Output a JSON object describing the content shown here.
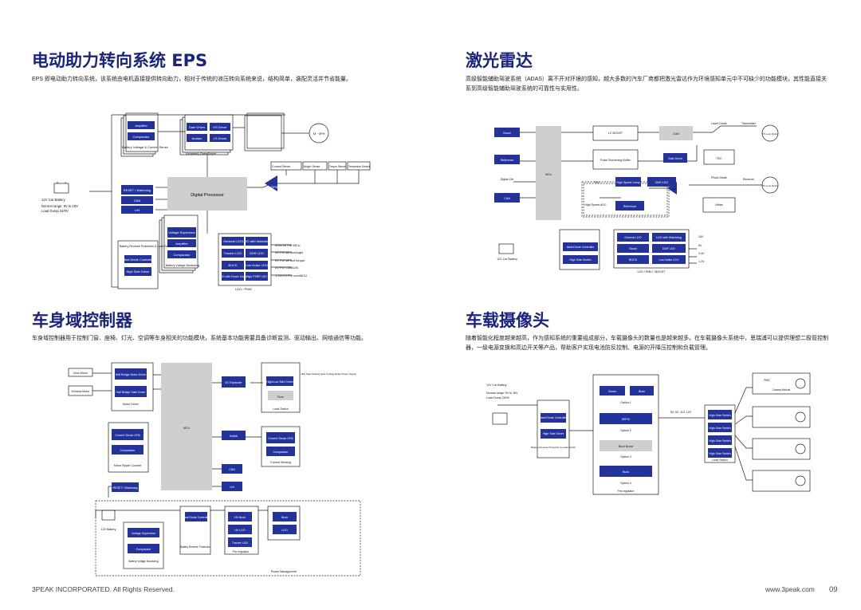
{
  "colors": {
    "blue": "#24339a",
    "gray": "#cfcfcf",
    "line": "#222222",
    "title": "#1a237e"
  },
  "eps": {
    "title": "电动助力转向系统 EPS",
    "desc": "EPS 即电动助力转向系统，该系统由电机直接提供转向助力，相对于传统的液压转向系统来说，结构简单，装配灵活并节省能量。",
    "amplifier": "Amplifier",
    "comparator": "Comparator",
    "batt_sense": "Battery Voltage & Current Sense",
    "gate_driver": "Gate Driver",
    "hs_driver": "HS Driver",
    "isolator": "Isolator",
    "ls_driver": "LS Driver",
    "isolated_gd": "(Isolated) Gate Driver",
    "motor": "M ~3PH",
    "current_sense": "Current Sense",
    "angle_sense": "Angle Sense",
    "torque_sensor": "Torque Sensor",
    "temp_sensor": "Temperture Sensor",
    "opa": "OPA",
    "reset": "RESET / Watchdog",
    "can": "CAN",
    "lin": "LIN",
    "digital_processor": "Digital Processor",
    "car_battery": "12V Car Battery",
    "normal_range": "Normal range: 9V to 16V",
    "load_dump": "Load Dump 24/0V",
    "voltage_supervisor": "Voltage Supervisor",
    "amplifier2": "Amplifier",
    "comparator2": "Comparator",
    "batt_monitor": "Battery Voltage Monitoring",
    "batt_reverse": "Battery Reverse Protection & Load Switch",
    "ideal_diode": "Ideal Diode Controller",
    "high_side": "High Side Driver",
    "general_ldo": "General LDO",
    "ldo_watchdog": "LDO with Watchdog",
    "tracker_ldo": "Tracker LDO",
    "ddr_ldo": "DDR LDO",
    "buck": "BUCK",
    "low_noise_ldo": "Low Noise LDO",
    "ldo_pg": "LDO with Power Good",
    "high_psrr": "High PSRR LDO",
    "ldo_pmic": "LDO / PMIC",
    "out1": "5V/3.3V For MCU",
    "out2": "5V For sensorAngle",
    "out3": "5V For sensorTorque",
    "out4": "5V For CAN/LIN",
    "out5": "1.2V/1.0 For coreMCU"
  },
  "lidar": {
    "title": "激光雷达",
    "desc": "高级智能辅助驾驶系统（ADAS）离不开对环境的感知，越大多数的汽车厂商都把激光雷达作为环境感知单元中不可缺少的功能模块，其性能直接关系到高级智能辅助驾驶系统的可靠性与实用性。",
    "boost": "Boost",
    "lc_boost": "LC BOOST",
    "gan": "GaN",
    "laser_diode": "Laser Diode",
    "transmitter": "Transmitter",
    "tx_optics": "TX Lens Optics",
    "reference": "Reference",
    "pulse_buffer": "Pulse Shortening Buffer",
    "gate_driver": "Gate Driver",
    "tec": "TEC",
    "digital_ctrl": "Digital Ctrl",
    "mcu": "MCU",
    "tec2": "TEC",
    "high_speed_comp": "High Speed Comp",
    "ddr_ldo": "DDR LDO",
    "tia": "TIA",
    "photo_diode": "Photo Diode",
    "receiver": "Receiver",
    "rx_optics": "RX Lens Optics",
    "can": "CAN",
    "high_speed_adc": "High Speed ADC",
    "reference2": "Reference",
    "hbias": "Hbias",
    "car_battery": "12V Car Battery",
    "ideal_diode": "Ideal Diode Controller",
    "high_side": "High Side Switch",
    "general_ldo": "General LDO",
    "ldo_watchdog": "LDO with Watchdog",
    "boost2": "Boost",
    "ddr_ldo2": "DDR LDO",
    "buck": "BUCK",
    "low_noise_ldo": "Low Noise LDO",
    "ldo_pmic_boost": "LDO / PMIC / BOOST",
    "v1": "24V",
    "v2": "5V",
    "v3": "3.3V",
    "v4": "1.2V"
  },
  "body": {
    "title": "车身域控制器",
    "desc": "车身域控制器用于控制门窗、座椅、灯光、空调等车身相关的功能模块，系统基本功能需要具备诊断监测、驱动输出、网络通信等功能。",
    "door_motor": "Door Motor",
    "window_motor": "Window Motor",
    "half_bridge1": "Half Bridge Motor Driver",
    "half_bridge2": "Half Bridge Gate Driver",
    "motor_driver": "Motor Driver",
    "mcu": "MCU",
    "io_expander": "I/O Expander",
    "high_low_driver": "High/Low Side Driver",
    "fuse": "Fuse",
    "load_switch": "Load Switch",
    "led": "LED Seat Heating Seat Cooling Relay Power Supply",
    "current_opa": "Current Sense OPA",
    "comparator": "Comparator",
    "motor_ripple": "Motor Ripple Counter",
    "switch": "Switch",
    "current_opa2": "Current Sense OPA",
    "comparator2": "Comparator",
    "current_sensing": "Current Sensing",
    "can": "CAN",
    "lin": "LIN",
    "reset": "RESET / Watchdog",
    "battery": "12V Battery",
    "voltage_supervisor": "Voltage Supervisor",
    "comparator3": "Comparator",
    "batt_monitor": "Battery Voltage Monitoring",
    "ideal_diode": "Ideal Diode Controller",
    "batt_reverse": "Battery Reverse Protection",
    "hv_buck": "HV Buck",
    "hv_ldo": "HV LDO",
    "tracker_ldo": "Tracker LDO",
    "preregulator": "Pre-regulator",
    "buck": "Buck",
    "ldo": "LDO",
    "power_mgmt": "Power Management"
  },
  "camera": {
    "title": "车载摄像头",
    "desc": "随着智能化程度越来越高，作为感知系统的重要组成部分，车载摄像头的数量也是越来越多。在车载摄像头系统中，思瑞浦可以提供理想二极管控制器，一级电源变换和高边开关等产品，帮助客户实现电池防反控制、电源的开降压控制和负载管理。",
    "battery": "12V Car Battery",
    "normal_range": "Normal range: 9V to 16V",
    "load_dump": "Load Dump 24/0V",
    "ideal_diode": "Ideal Diode Controller",
    "high_side": "High Side Driver",
    "batt_reverse": "Battery Reverse Protection & Load Switch",
    "boost": "Boost",
    "buck": "Buck",
    "option1": "Option 1",
    "sepic": "SEPIC",
    "option2": "Option 2",
    "buck_boost": "Buck Boost",
    "option3": "Option 3",
    "buck2": "Buck",
    "option4": "Option 4",
    "preregulator": "Pre-regulator",
    "voltages": "5V, 9V, 11V, 12V",
    "hs1": "High Side Switch",
    "hs2": "High Side Switch",
    "hs3": "High Side Switch",
    "hs4": "High Side Switch",
    "load_switch": "Load Switch",
    "pmic": "PMIC",
    "camera_module": "Camera Module"
  },
  "footer": {
    "left": "3PEAK INCORPORATED. All Rights Reserved.",
    "url": "www.3peak.com",
    "page": "09"
  }
}
